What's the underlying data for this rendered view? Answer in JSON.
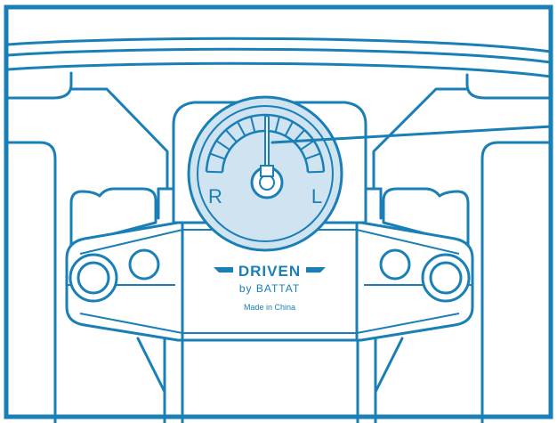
{
  "colors": {
    "line": "#1a7fb6",
    "dial_fill": "#cfe3f1",
    "background": "#ffffff"
  },
  "dial": {
    "left_letter": "R",
    "right_letter": "L",
    "needle_level": 0.5
  },
  "badge": {
    "brand": "DRIVEN",
    "by_line": "by BATTAT",
    "origin": "Made in China"
  }
}
